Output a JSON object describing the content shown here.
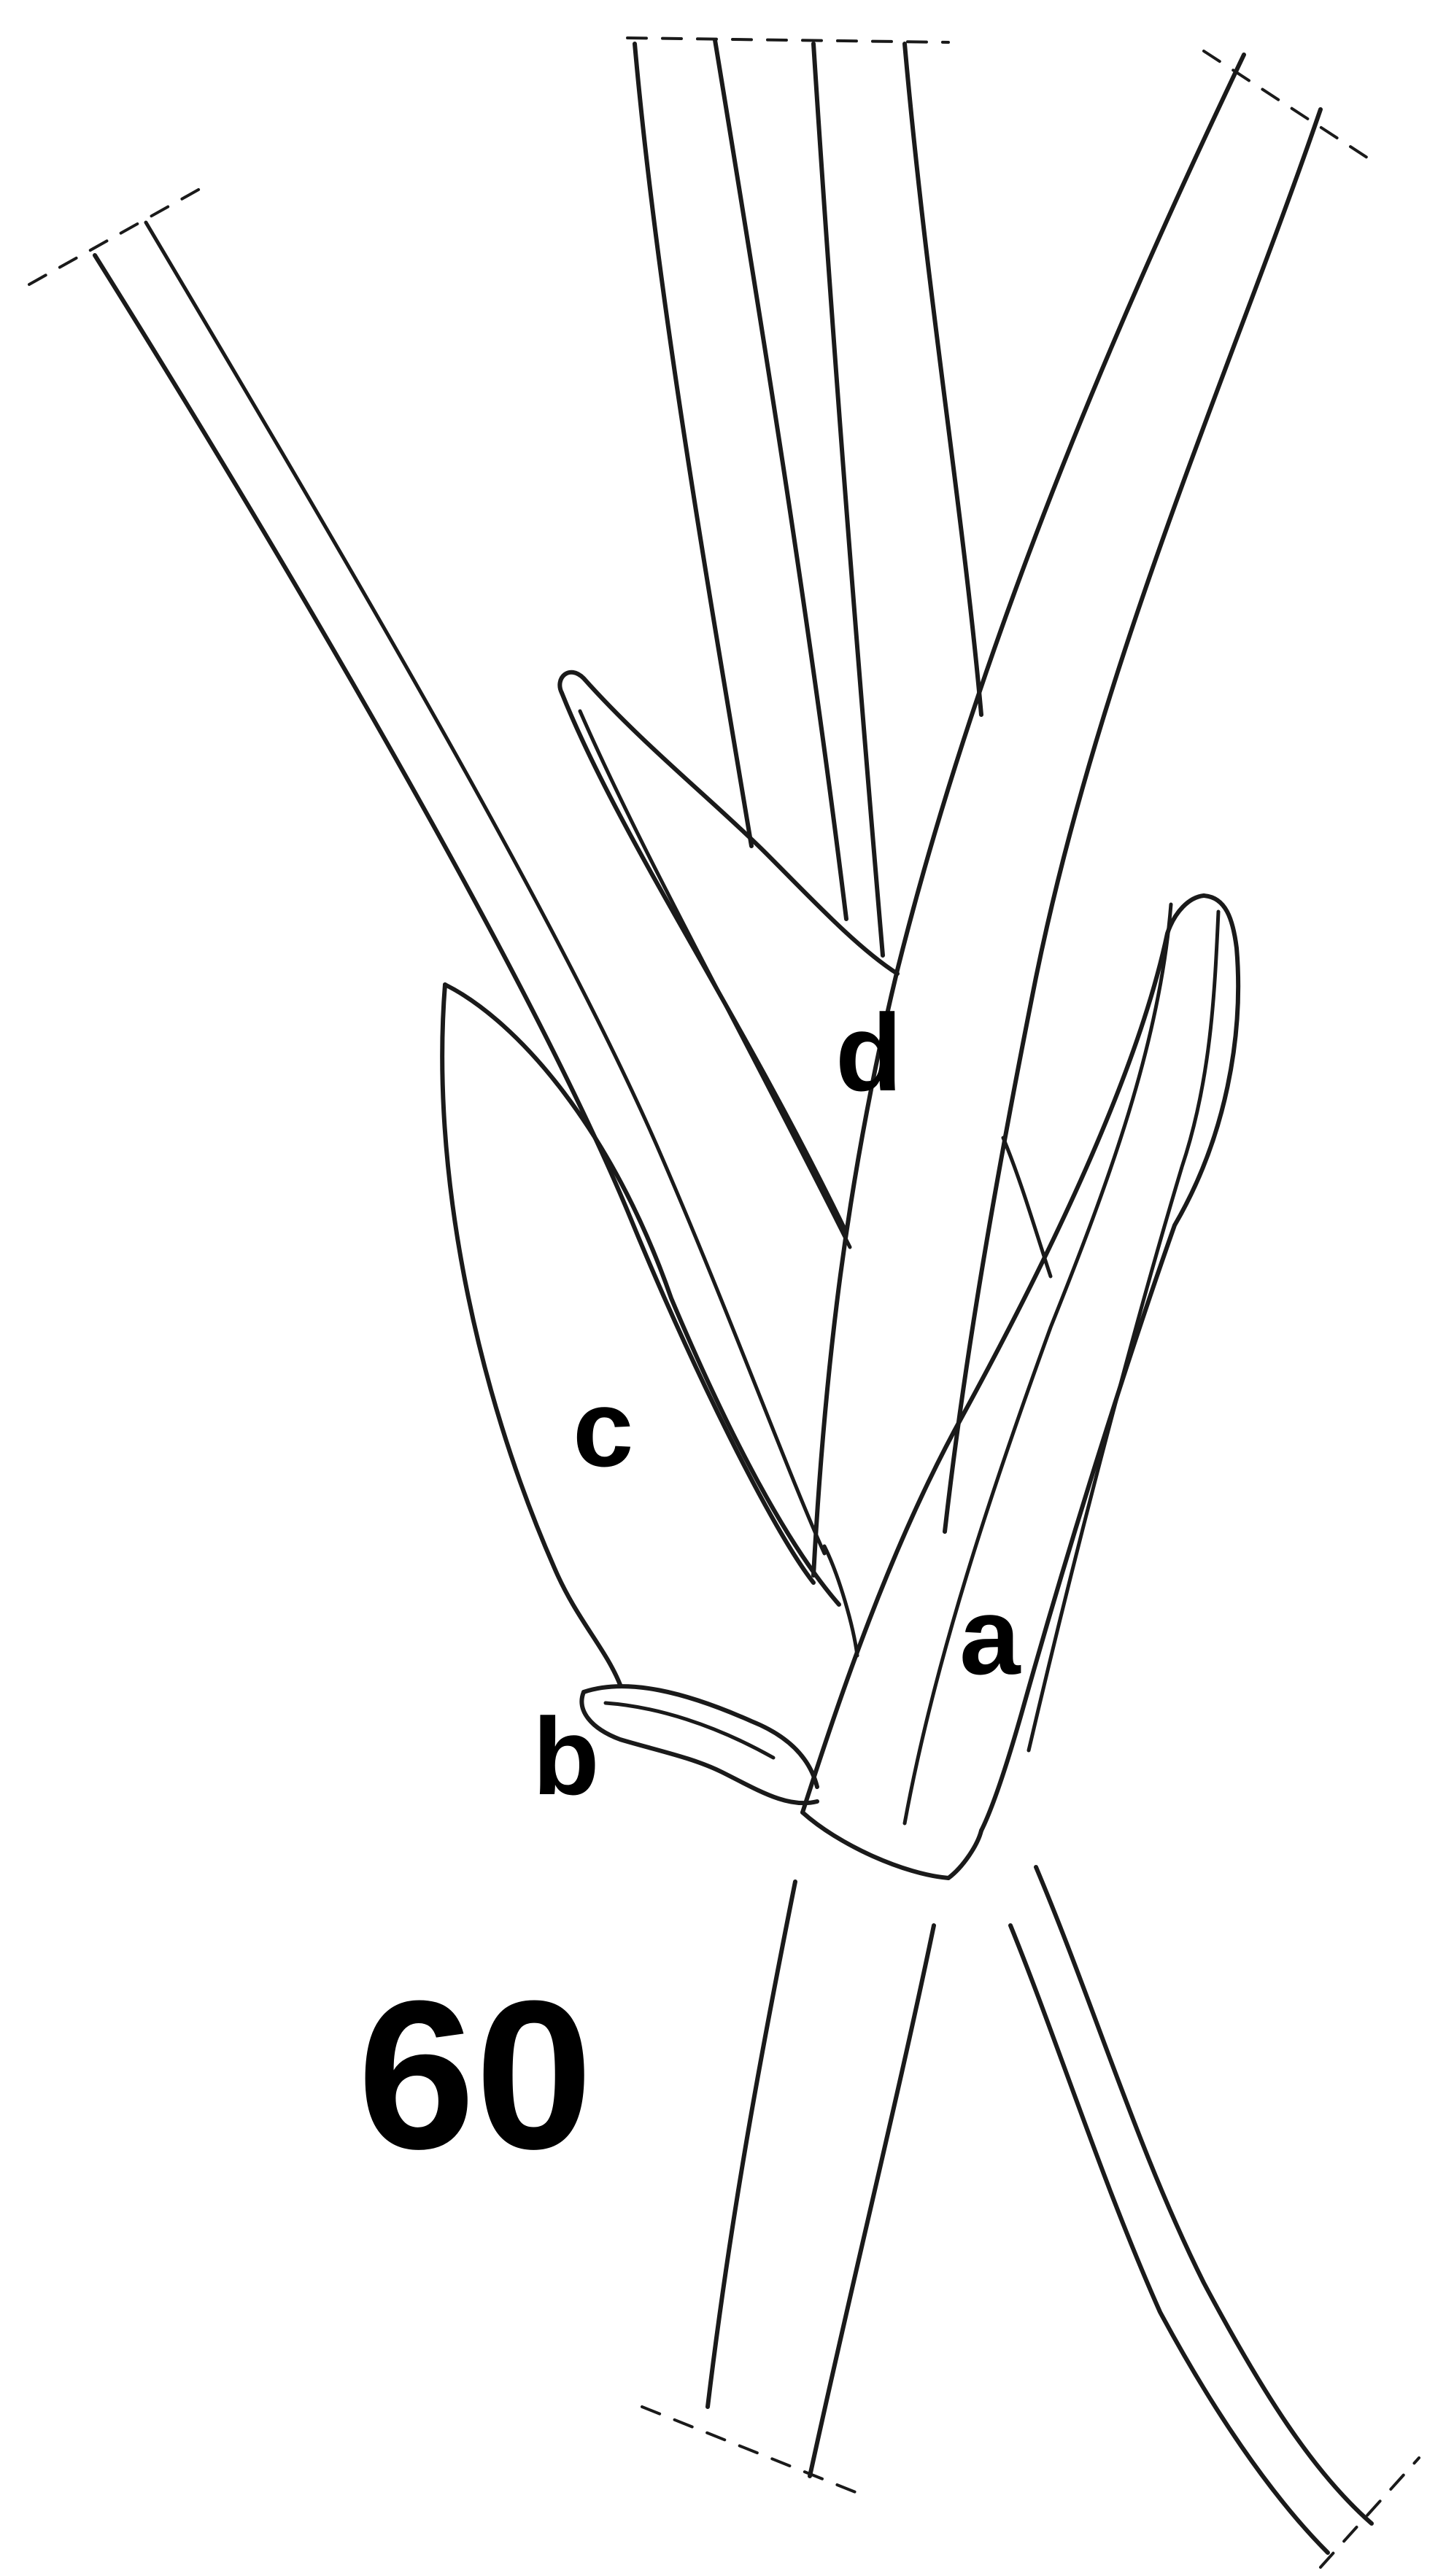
{
  "figure": {
    "number": "60",
    "labels": {
      "a": "a",
      "b": "b",
      "c": "c",
      "d": "d"
    }
  },
  "colors": {
    "ink": "#1a1a1a",
    "background": "#ffffff"
  }
}
